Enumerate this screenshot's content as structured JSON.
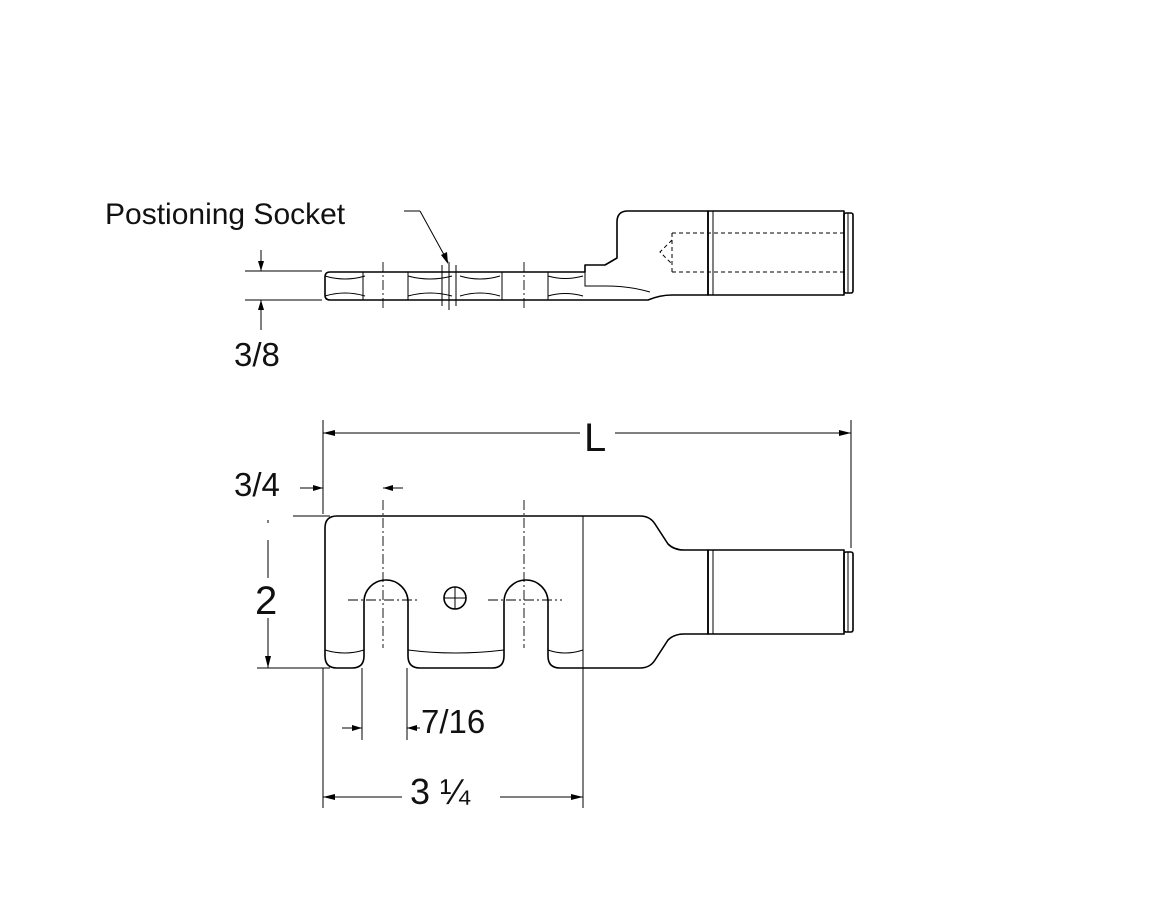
{
  "labels": {
    "positioning_socket": "Postioning Socket",
    "thickness": "3/8",
    "length": "L",
    "edge_to_slot": "3/4",
    "height": "2",
    "slot_width": "7/16",
    "pad_length": "3 ¼"
  },
  "colors": {
    "line": "#000000",
    "background": "#ffffff"
  }
}
